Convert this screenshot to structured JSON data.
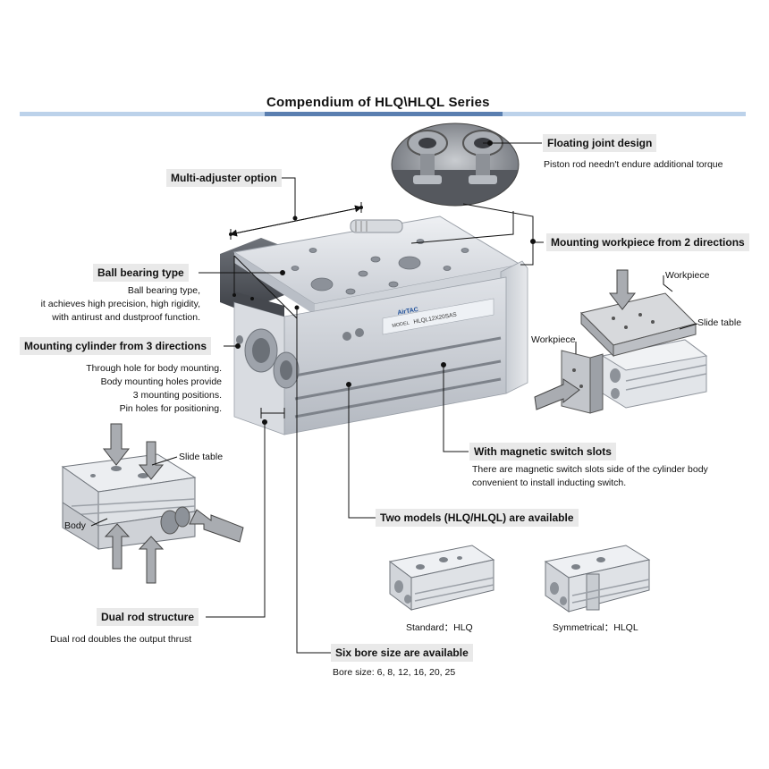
{
  "title": "Compendium of HLQ\\HLQL Series",
  "colors": {
    "accent": "#bcd2ea",
    "label_bg": "#e9e9e9",
    "body": "#c9ced6"
  },
  "features": {
    "multi_adjuster": {
      "label": "Multi-adjuster option"
    },
    "floating_joint": {
      "label": "Floating joint design",
      "desc": "Piston rod needn't endure additional torque"
    },
    "mounting_workpiece": {
      "label": "Mounting workpiece from 2 directions"
    },
    "ball_bearing": {
      "label": "Ball bearing type",
      "desc": [
        "Ball bearing type,",
        "it achieves high precision, high rigidity,",
        "with antirust and dustproof function."
      ]
    },
    "mounting_cylinder": {
      "label": "Mounting cylinder from 3 directions",
      "desc": [
        "Through hole for body mounting.",
        "Body mounting holes provide",
        "3 mounting positions.",
        "Pin holes for positioning."
      ]
    },
    "magnetic_switch": {
      "label": "With magnetic switch slots",
      "desc": [
        "There are magnetic switch slots side of the cylinder body",
        "convenient to install inducting switch."
      ]
    },
    "two_models": {
      "label": "Two models (HLQ/HLQL) are available"
    },
    "dual_rod": {
      "label": "Dual rod structure",
      "desc": "Dual rod doubles the output thrust"
    },
    "six_bore": {
      "label": "Six bore size are available",
      "desc": "Bore size: 6, 8, 12, 16, 20, 25"
    }
  },
  "callouts": {
    "workpiece_top": "Workpiece",
    "slide_table_right": "Slide table",
    "workpiece_side": "Workpiece",
    "slide_table_left": "Slide table",
    "body": "Body"
  },
  "models": {
    "standard": "Standard：HLQ",
    "symmetrical": "Symmetrical：HLQL"
  },
  "product_marking": {
    "brand": "AirTAC",
    "model": "HLQL12X20SAS",
    "model_prefix": "MODEL"
  }
}
